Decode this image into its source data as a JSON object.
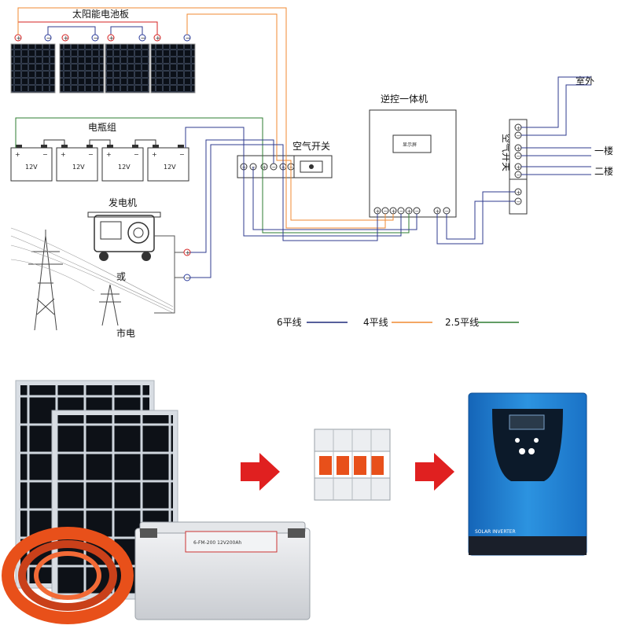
{
  "labels": {
    "solar_panels": "太阳能电池板",
    "battery_bank": "电瓶组",
    "generator": "发电机",
    "or": "或",
    "grid": "市电",
    "air_switch_left": "空气开关",
    "inverter": "逆控一体机",
    "display": "显示屏",
    "air_switch_right": "空气开关",
    "outdoor": "室外",
    "floor1": "一楼",
    "floor2": "二楼",
    "inverter_brand": "SOLAR INVERTER",
    "battery_model": "6-FM-200 12V200Ah"
  },
  "battery_voltages": [
    "12V",
    "12V",
    "12V",
    "12V"
  ],
  "legend": [
    {
      "label": "6平线",
      "color": "#1f2a7a"
    },
    {
      "label": "4平线",
      "color": "#f08a30"
    },
    {
      "label": "2.5平线",
      "color": "#2e7d32"
    }
  ],
  "colors": {
    "wire_6": "#2f3b8f",
    "wire_4": "#f08a30",
    "wire_25": "#2e7d32",
    "arrow_red": "#e02020",
    "inverter_blue": "#1c7fd0",
    "cable_orange": "#e8501a",
    "positive_red": "#d42020",
    "negative_blue": "#2a3a9a"
  },
  "icons": {
    "positive": "plus-terminal-icon",
    "negative": "minus-terminal-icon",
    "flow": "red-arrow-icon"
  }
}
